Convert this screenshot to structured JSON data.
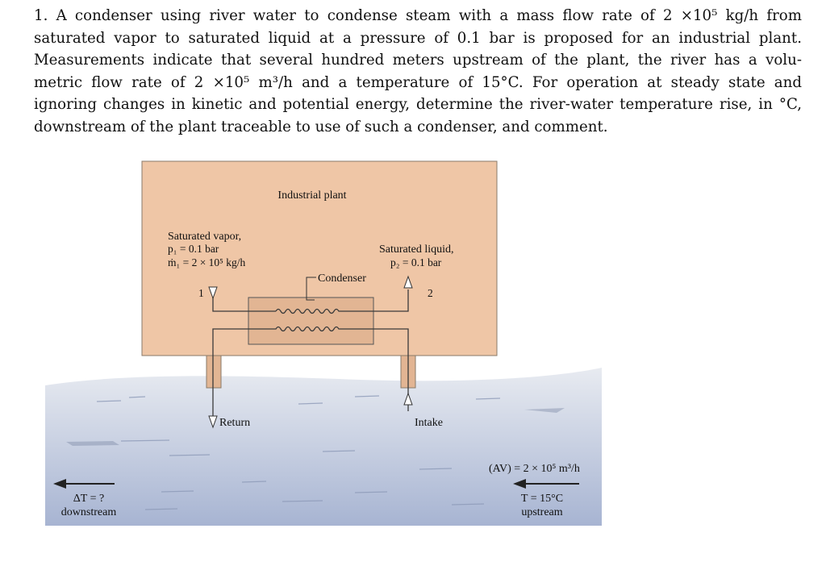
{
  "problem": {
    "lines": [
      "1. A condenser using river water to condense steam with a mass flow rate of 2 ×10⁵ kg/h from",
      "saturated vapor to saturated liquid at a pressure of 0.1 bar is proposed for an industrial plant.",
      "Measurements indicate that several hundred meters upstream of the plant, the river has a volu-",
      "metric flow rate of 2 ×10⁵ m³/h and a temperature of 15°C. For operation at steady state and",
      "ignoring changes in kinetic and potential energy, determine the river-water temperature rise, in °C,",
      "downstream of the plant traceable to use of such a condenser, and comment."
    ]
  },
  "diagram": {
    "plant_title": "Industrial plant",
    "inlet": {
      "label": "Saturated vapor,",
      "pressure": "p₁ = 0.1 bar",
      "mass_flow": "ṁ₁ = 2 × 10⁵ kg/h",
      "state": "1"
    },
    "outlet": {
      "label": "Saturated liquid,",
      "pressure": "p₂ = 0.1 bar",
      "state": "2"
    },
    "condenser_label": "Condenser",
    "return_label": "Return",
    "intake_label": "Intake",
    "river": {
      "volumetric_flow": "(AV) = 2 × 10⁵ m³/h",
      "upstream_temp": "T = 15°C",
      "upstream_label": "upstream",
      "downstream_delta": "ΔT = ?",
      "downstream_label": "downstream"
    },
    "colors": {
      "plant_fill": "#efc6a6",
      "plant_stroke": "#8a7a6a",
      "condenser_fill": "#e2b593",
      "river_top": "#e6e9ef",
      "river_bottom": "#a9b6d3",
      "line": "#3a3a3a"
    }
  }
}
